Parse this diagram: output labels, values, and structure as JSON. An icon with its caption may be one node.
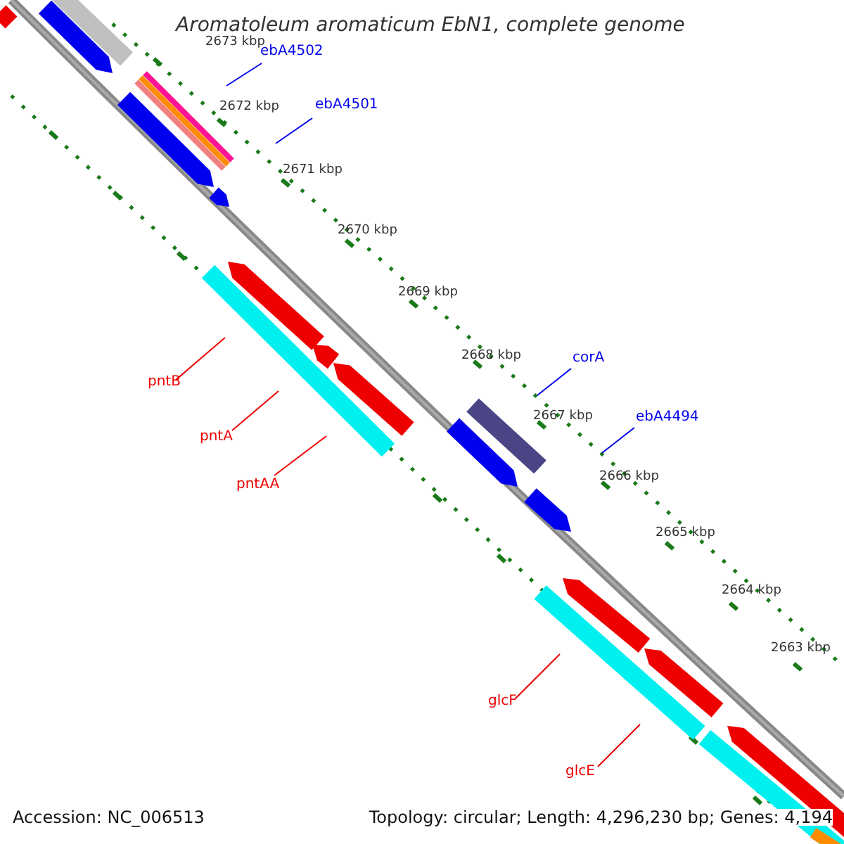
{
  "diagram": {
    "title": "Aromatoleum aromaticum EbN1, complete genome",
    "nodes": [
      {
        "text": [
          "ebA4502"
        ]
      },
      {
        "text": [
          "ebA4501"
        ]
      },
      {
        "text": [
          "pntB"
        ]
      },
      {
        "text": [
          "pntA"
        ]
      },
      {
        "text": [
          "pntAA"
        ]
      },
      {
        "text": [
          "corA"
        ]
      },
      {
        "text": [
          "ebA4494"
        ]
      },
      {
        "text": [
          "glcF"
        ]
      },
      {
        "text": [
          "glcE"
        ]
      }
    ],
    "edges": [
      {
        "from": 0,
        "to": null,
        "arrow": "none",
        "color": "#0000ee"
      },
      {
        "from": 1,
        "to": null,
        "arrow": "none",
        "color": "#0000ee"
      },
      {
        "from": 2,
        "to": null,
        "arrow": "none"
      },
      {
        "from": 3,
        "to": null,
        "arrow": "none"
      },
      {
        "from": 4,
        "to": null,
        "arrow": "none"
      },
      {
        "from": 5,
        "to": null,
        "arrow": "none",
        "color": "#0000ee"
      },
      {
        "from": 6,
        "to": null,
        "arrow": "none",
        "color": "#0000ee"
      },
      {
        "from": 7,
        "to": null,
        "arrow": "none"
      },
      {
        "from": 8,
        "to": null,
        "arrow": "none"
      }
    ],
    "labels": [
      "2673 kbp",
      "2672 kbp",
      "2671 kbp",
      "2670 kbp",
      "2669 kbp",
      "2668 kbp",
      "2667 kbp",
      "2666 kbp",
      "2665 kbp",
      "2664 kbp",
      "2663 kbp",
      "Accession: NC_006513",
      "Topology: circular; Length: 4,296,230 bp; Genes: 4,194"
    ]
  }
}
